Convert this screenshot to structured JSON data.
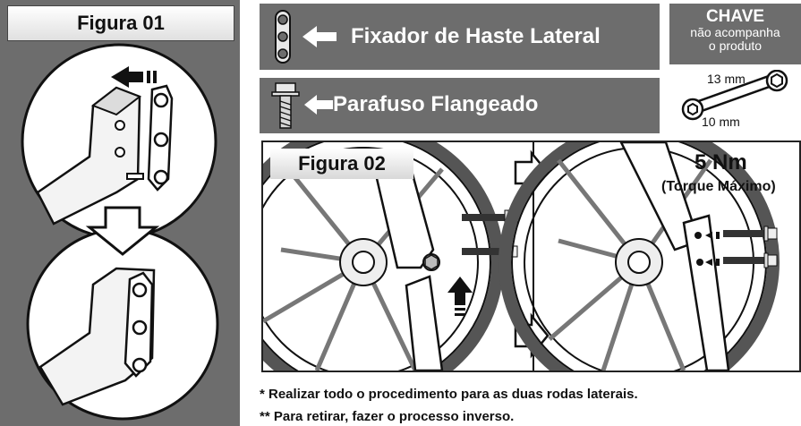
{
  "figure1": {
    "title": "Figura 01"
  },
  "parts": [
    {
      "label": "Fixador de Haste Lateral",
      "icon": "side-rod-bracket-icon"
    },
    {
      "label": "Parafuso Flangeado",
      "icon": "flange-bolt-icon"
    }
  ],
  "wrench": {
    "title": "CHAVE",
    "note_line1": "não acompanha",
    "note_line2": "o produto",
    "size_large": "13 mm",
    "size_small": "10 mm"
  },
  "figure2": {
    "title": "Figura 02",
    "torque_value": "5 Nm",
    "torque_label": "(Torque Máximo)"
  },
  "notes": [
    "* Realizar todo o procedimento para as duas rodas laterais.",
    "** Para retirar, fazer o processo inverso."
  ],
  "colors": {
    "panel_gray": "#6d6d6d",
    "line": "#222222"
  }
}
